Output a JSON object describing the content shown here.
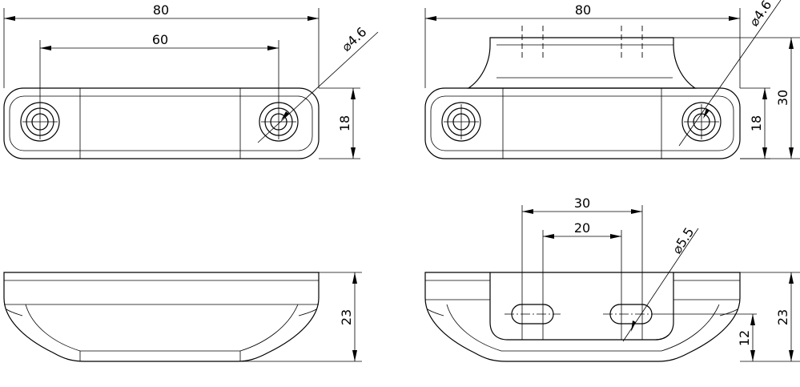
{
  "dimensions": {
    "top_left_overall_length": "80",
    "top_left_hole_spacing": "60",
    "top_left_hole_diameter": "⌀4.6",
    "top_left_height": "18",
    "top_right_overall_length": "80",
    "top_right_hole_diameter": "⌀4.6",
    "top_right_height_body": "18",
    "top_right_height_total": "30",
    "bottom_left_height": "23",
    "bottom_right_slot_outer": "30",
    "bottom_right_slot_inner": "20",
    "bottom_right_slot_width": "⌀5.5",
    "bottom_right_slot_height": "12",
    "bottom_right_total_height": "23"
  }
}
